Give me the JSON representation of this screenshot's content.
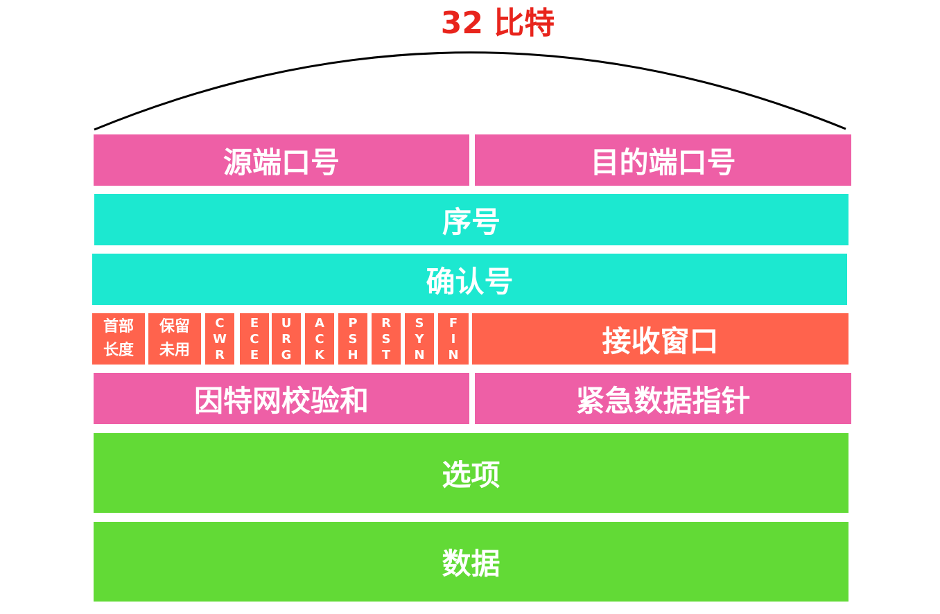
{
  "title": "32 比特",
  "colors": {
    "title": "#e8241c",
    "arc": "#000000",
    "pink": "#ee5fa6",
    "cyan": "#1ce8d0",
    "orange": "#ff634d",
    "green": "#62da36",
    "text": "#ffffff"
  },
  "rows": {
    "ports": {
      "source": "源端口号",
      "destination": "目的端口号"
    },
    "sequence": "序号",
    "acknowledgment": "确认号",
    "control": {
      "header_length": [
        "首部",
        "长度"
      ],
      "reserved": [
        "保留",
        "未用"
      ],
      "flags": [
        [
          "C",
          "W",
          "R"
        ],
        [
          "E",
          "C",
          "E"
        ],
        [
          "U",
          "R",
          "G"
        ],
        [
          "A",
          "C",
          "K"
        ],
        [
          "P",
          "S",
          "H"
        ],
        [
          "R",
          "S",
          "T"
        ],
        [
          "S",
          "Y",
          "N"
        ],
        [
          "F",
          "I",
          "N"
        ]
      ],
      "window": "接收窗口"
    },
    "checksum_row": {
      "checksum": "因特网校验和",
      "urgent_pointer": "紧急数据指针"
    },
    "options": "选项",
    "data": "数据"
  }
}
